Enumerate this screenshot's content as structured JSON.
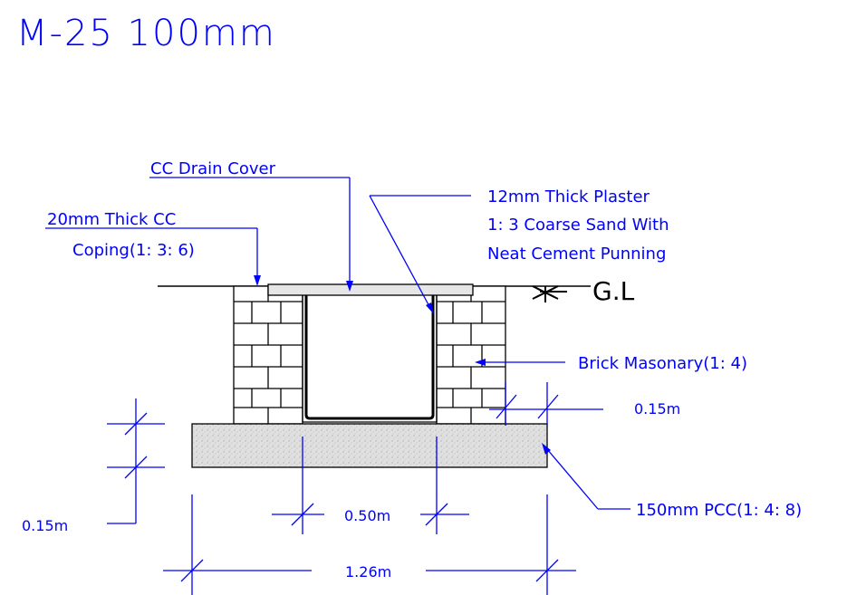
{
  "title": "M-25 100mm",
  "labels": {
    "drain_cover": "CC Drain Cover",
    "coping_line1": "20mm Thick CC",
    "coping_line2": "Coping(1: 3: 6)",
    "plaster_line1": "12mm Thick Plaster",
    "plaster_line2": "1: 3 Coarse Sand With",
    "plaster_line3": "Neat Cement Punning",
    "ground_level": "G.L",
    "brick": "Brick Masonary(1: 4)",
    "pcc": "150mm PCC(1: 4: 8)"
  },
  "dimensions": {
    "wall_thickness": "0.15m",
    "pcc_thickness": "0.15m",
    "inner_width": "0.50m",
    "overall_width": "1.26m"
  },
  "colors": {
    "title": "#0000ff",
    "leader": "#0000ff",
    "line": "#000000",
    "pcc_fill": "#d8d8d8"
  }
}
